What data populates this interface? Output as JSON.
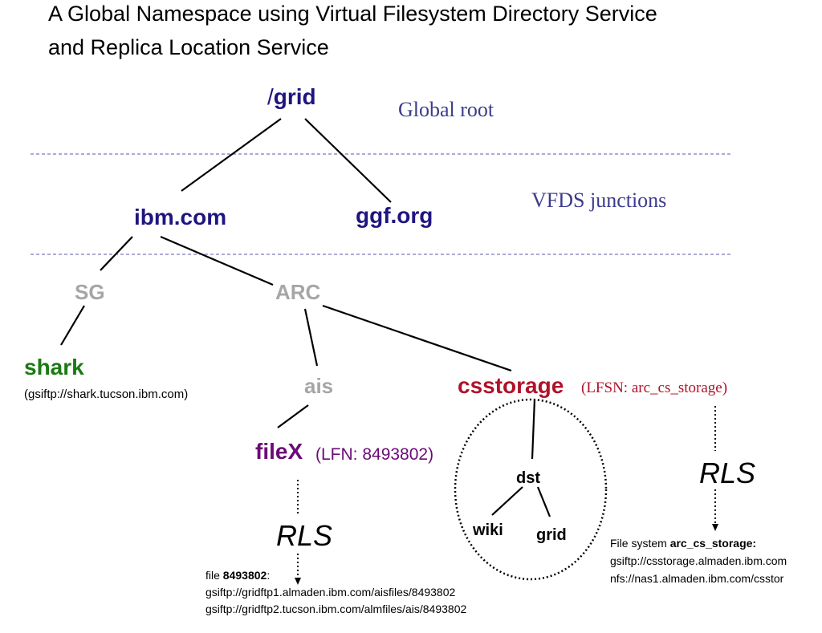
{
  "title_line1": "A Global Namespace using Virtual Filesystem Directory Service",
  "title_line2": "and Replica Location Service",
  "labels": {
    "global_root": "Global root",
    "vfds_junctions": "VFDS junctions"
  },
  "nodes": {
    "grid_root_slash": "/",
    "grid_root": "grid",
    "ibm": "ibm.com",
    "ggf": "ggf.org",
    "sg": "SG",
    "arc": "ARC",
    "shark": "shark",
    "shark_url": "(gsiftp://shark.tucson.ibm.com)",
    "ais": "ais",
    "csstorage": "csstorage",
    "csstorage_lfsn": "(LFSN: arc_cs_storage)",
    "filex": "fileX",
    "filex_lfn": "(LFN: 8493802)",
    "dst": "dst",
    "wiki": "wiki",
    "grid_leaf": "grid"
  },
  "rls_left": "RLS",
  "rls_right": "RLS",
  "file_info": {
    "prefix": "file ",
    "id": "8493802",
    "suffix": ":",
    "urls": [
      "gsiftp://gridftp1.almaden.ibm.com/aisfiles/8493802",
      "gsiftp://gridftp2.tucson.ibm.com/almfiles/ais/8493802"
    ]
  },
  "fs_info": {
    "prefix": "File system ",
    "name": "arc_cs_storage:",
    "urls": [
      "gsiftp://csstorage.almaden.ibm.com",
      "nfs://nas1.almaden.ibm.com/csstor"
    ]
  },
  "colors": {
    "navy": "#1f1580",
    "purple": "#6b0a78",
    "red": "#b0122a",
    "green": "#1a7a12",
    "grey": "#a6a6a6",
    "label_blue": "#3b3b8c",
    "separator": "#5a5aa8"
  }
}
